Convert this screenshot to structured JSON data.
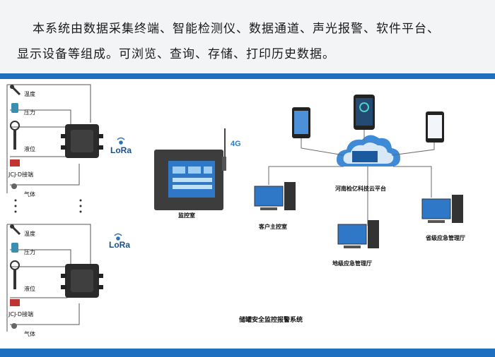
{
  "header": {
    "line1": "本系统由数据采集终端、智能检测仪、数据通道、声光报警、软件平台、",
    "line2": "显示设备等组成。可浏览、查询、存储、打印历史数据。"
  },
  "upper_group": {
    "sensors": [
      "温度",
      "压力",
      "液位",
      "JCJ-D接端",
      "气体"
    ],
    "link_label": "LoRa"
  },
  "lower_group": {
    "sensors": [
      "温度",
      "压力",
      "液位",
      "JCJ-D接端",
      "气体"
    ],
    "link_label": "LoRa"
  },
  "monitor": {
    "label": "监控室",
    "signal_label": "4G"
  },
  "cloud": {
    "label": "河南检亿科技云平台"
  },
  "stations": {
    "client": "客户主控室",
    "city": "地级应急管理厅",
    "province": "省级应急管理厅"
  },
  "footer_caption": "储罐安全监控报警系统",
  "colors": {
    "accent_band": "#1e6fc0",
    "header_bg": "#f3f4f6",
    "cloud": "#3f8ad6"
  }
}
